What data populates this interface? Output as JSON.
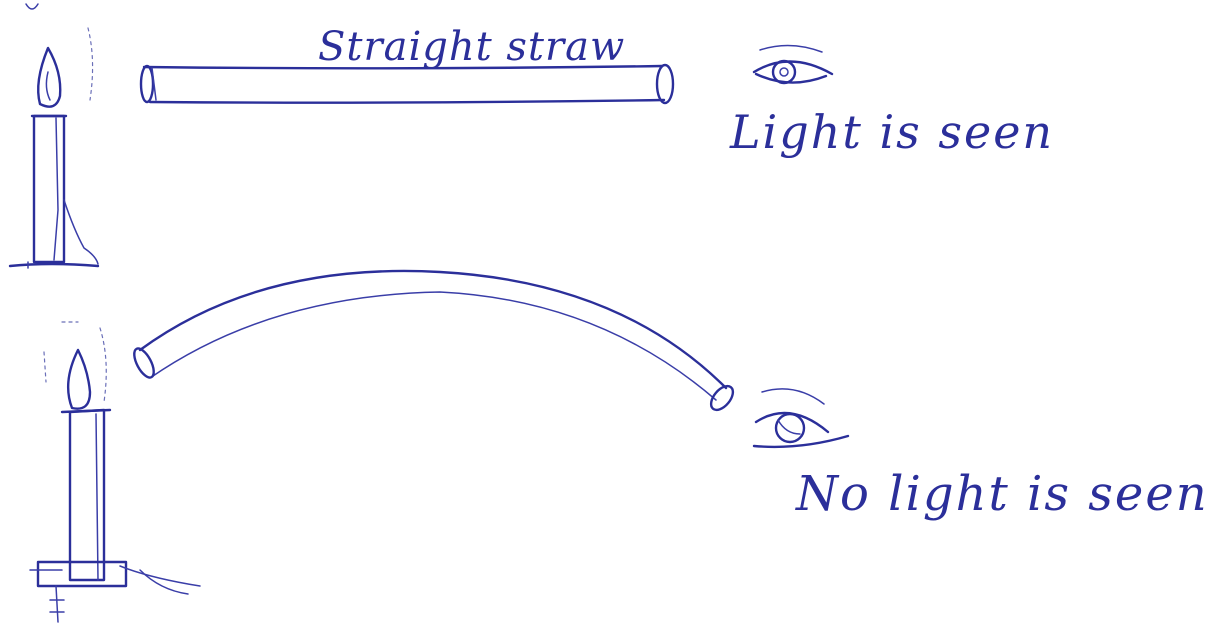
{
  "labels": {
    "straight_straw": "Straight straw",
    "light_seen": "Light is seen",
    "no_light_seen": "No light is seen"
  },
  "colors": {
    "ink": "#2b2f9a",
    "paper": "#ffffff"
  },
  "icons": [
    "candle-icon",
    "flame-icon",
    "eye-icon",
    "straw"
  ]
}
